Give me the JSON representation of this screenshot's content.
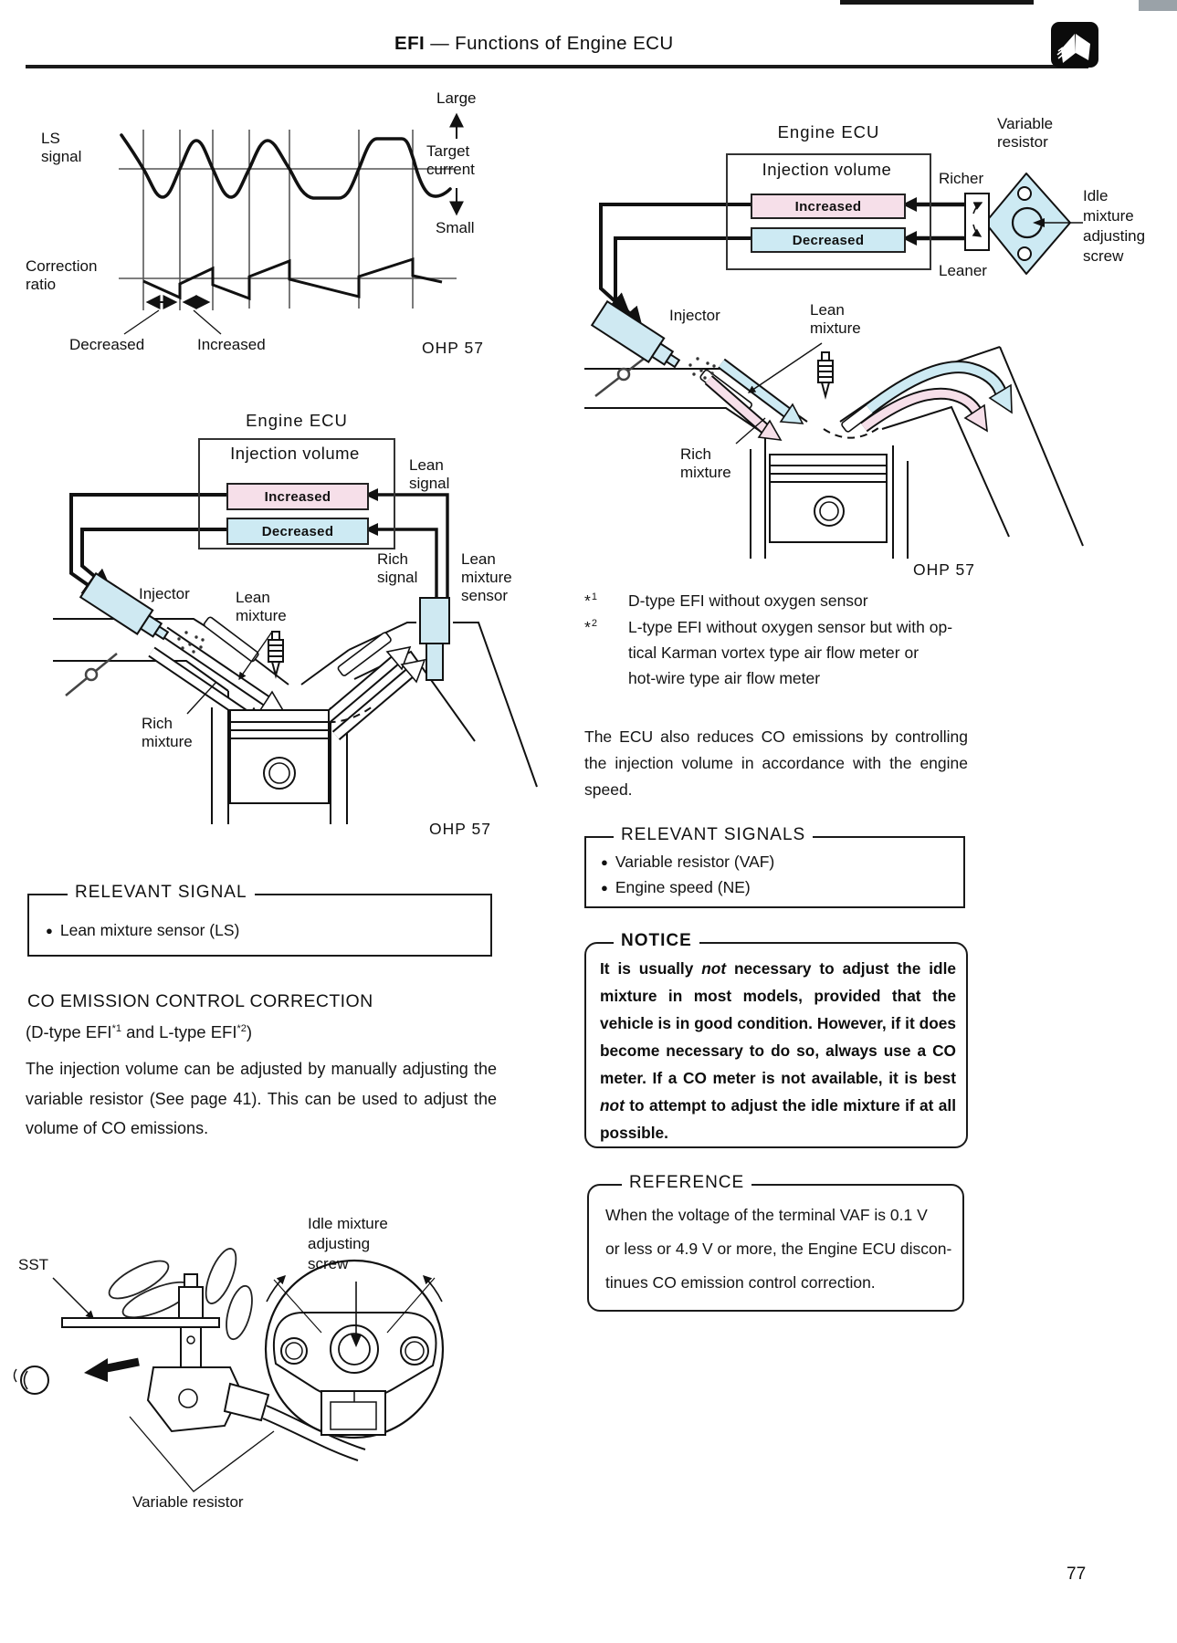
{
  "bullet": "●",
  "header": {
    "title_bold": "EFI",
    "title_rest": " — Functions of Engine ECU"
  },
  "page_number": "77",
  "waveform": {
    "ls_signal": "LS\nsignal",
    "correction_ratio": "Correction\nratio",
    "large": "Large",
    "target_current": "Target\ncurrent",
    "small": "Small",
    "decreased": "Decreased",
    "increased": "Increased",
    "ohp": "OHP 57"
  },
  "left_diagram": {
    "title": "Engine ECU",
    "injection_volume": "Injection volume",
    "increased": "Increased",
    "decreased": "Decreased",
    "lean_signal": "Lean\nsignal",
    "rich_signal": "Rich\nsignal",
    "lean_mixture_sensor": "Lean\nmixture\nsensor",
    "injector": "Injector",
    "lean_mixture": "Lean\nmixture",
    "rich_mixture": "Rich\nmixture",
    "ohp": "OHP 57"
  },
  "right_diagram": {
    "title": "Engine ECU",
    "injection_volume": "Injection volume",
    "increased": "Increased",
    "decreased": "Decreased",
    "richer": "Richer",
    "leaner": "Leaner",
    "variable_resistor": "Variable\nresistor",
    "idle_mixture_screw": "Idle\nmixture\nadjusting\nscrew",
    "injector": "Injector",
    "lean_mixture": "Lean\nmixture",
    "rich_mixture": "Rich\nmixture",
    "ohp": "OHP 57"
  },
  "footnotes": {
    "star": "*",
    "n1": "1",
    "n2": "2",
    "fn1": "D-type EFI without oxygen sensor",
    "fn2_l1": "L-type EFI without oxygen sensor but with op-",
    "fn2_l2": "tical Karman vortex type air flow meter or",
    "fn2_l3": "hot-wire type air flow meter"
  },
  "right_text": {
    "paragraph": "The ECU also reduces CO emissions by controlling the injection volume in accordance with the engine speed."
  },
  "relevant_signals_right": {
    "title": "RELEVANT SIGNALS",
    "item1": "Variable resistor (VAF)",
    "item2": "Engine speed (NE)"
  },
  "notice_box": {
    "title": "NOTICE",
    "seg1": "It is usually ",
    "not1": "not",
    "seg2": " necessary to adjust the idle mixture in most models, provided that the vehicle is in good condition. However, if it does become necessary to do so, always use a CO meter. If a CO meter is not available, it is best ",
    "not2": "not",
    "seg3": " to attempt to adjust the idle mixture if at all possible."
  },
  "reference_box": {
    "title": "REFERENCE",
    "l1": "When the voltage of the terminal VAF is 0.1 V",
    "l2": "or less or 4.9 V or more, the Engine ECU discon-",
    "l3": "tinues CO emission control correction."
  },
  "relevant_signal_left": {
    "title": "RELEVANT SIGNAL",
    "item": "Lean mixture sensor (LS)"
  },
  "co_section": {
    "heading": "CO EMISSION CONTROL CORRECTION",
    "sub_pre": "(D-type EFI",
    "sub_sup1": "*1",
    "sub_mid": " and L-type EFI",
    "sub_sup2": "*2",
    "sub_post": ")",
    "paragraph": "The injection volume can be adjusted by manually adjusting the variable resistor (See page 41). This can be used to adjust the volume of CO emissions."
  },
  "sst_diagram": {
    "sst": "SST",
    "idle_mixture_screw": "Idle mixture\nadjusting\nscrew",
    "variable_resistor": "Variable resistor"
  }
}
